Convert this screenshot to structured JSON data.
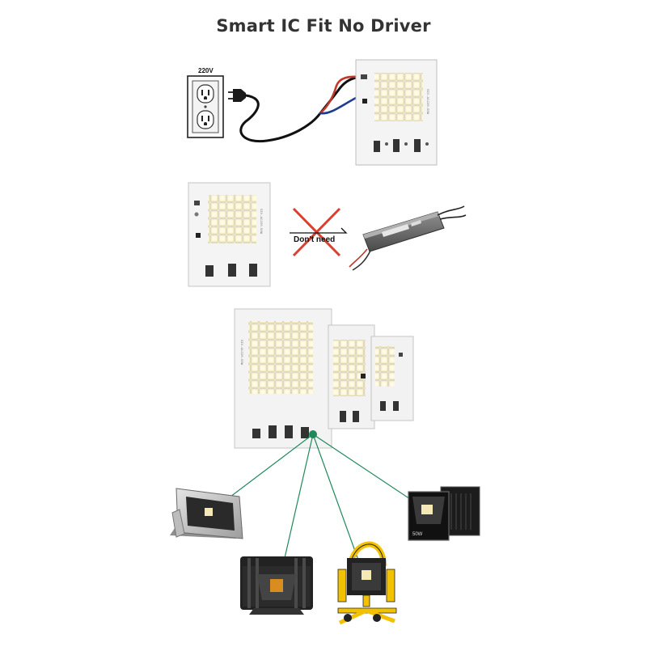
{
  "title": "Smart IC Fit No Driver",
  "outlet_voltage": "220V",
  "no_driver_label": "Don't need",
  "lamp_power_label": "50W",
  "colors": {
    "wire_red": "#c0392b",
    "wire_blue": "#1e3c8c",
    "cross_red": "#d9402f",
    "connector_green": "#1e8a5a",
    "lamp_yellow": "#f2c200",
    "led_warm": "#f4e8b4"
  },
  "icons": [
    "wall-outlet-icon",
    "plug-icon",
    "led-module",
    "cross-icon",
    "led-driver",
    "floodlight-icon",
    "work-light-icon"
  ]
}
